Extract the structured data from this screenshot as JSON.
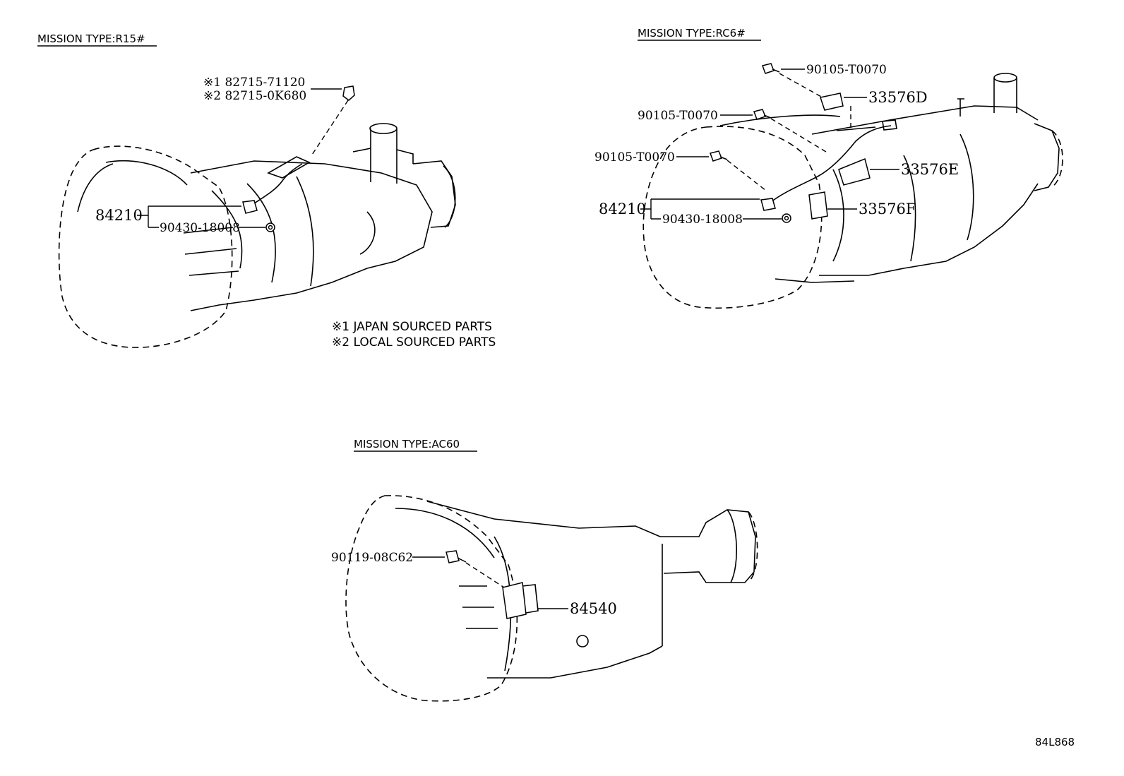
{
  "sections": {
    "r15": {
      "title": "MISSION TYPE:R15#",
      "labels": {
        "clip_japan": "※1 82715-71120",
        "clip_local": "※2 82715-0K680",
        "sensor": "84210",
        "gasket": "90430-18008"
      },
      "notes": {
        "japan": "※1 JAPAN SOURCED PARTS",
        "local": "※2 LOCAL SOURCED PARTS"
      }
    },
    "rc6": {
      "title": "MISSION TYPE:RC6#",
      "labels": {
        "bolt_top": "90105-T0070",
        "bracket_d": "33576D",
        "bolt_mid": "90105-T0070",
        "bolt_low": "90105-T0070",
        "bracket_e": "33576E",
        "sensor": "84210",
        "bracket_f": "33576F",
        "gasket": "90430-18008"
      }
    },
    "ac60": {
      "title": "MISSION TYPE:AC60",
      "labels": {
        "bolt": "90119-08C62",
        "switch": "84540"
      }
    }
  },
  "figure_code": "84L868"
}
